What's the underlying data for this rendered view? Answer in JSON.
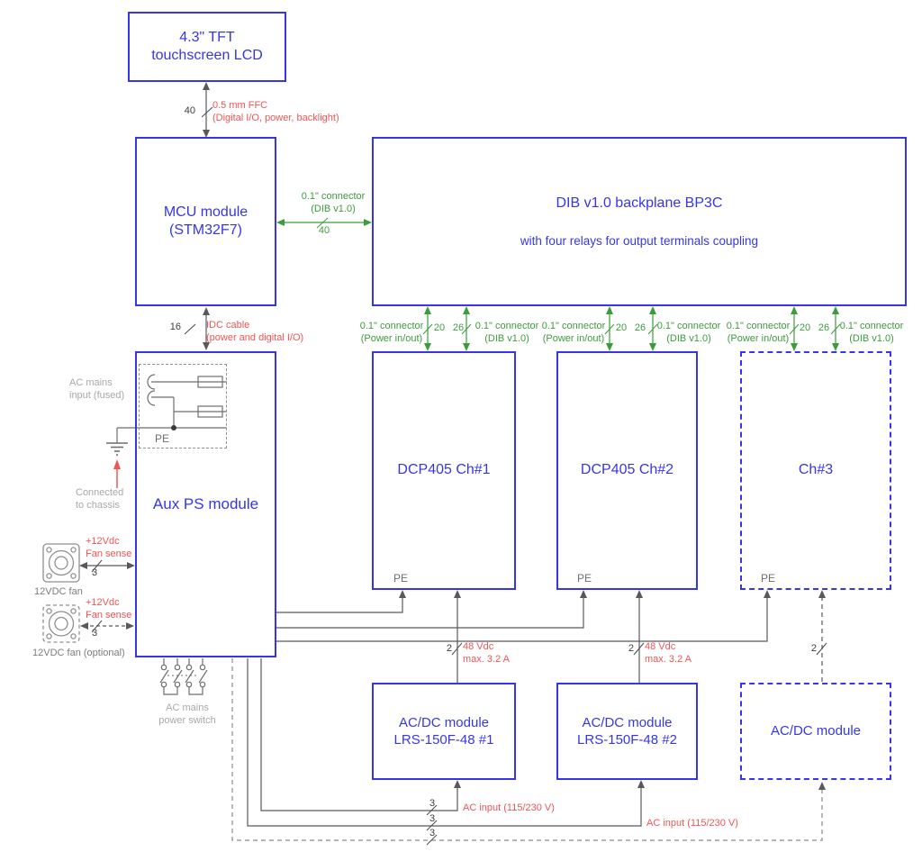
{
  "colors": {
    "blue": "#3636e8",
    "red": "#f05555",
    "green": "#3c9c3c",
    "wire": "#595959",
    "gray": "#a8a8a8"
  },
  "diagram": {
    "lcd": "4.3\" TFT\ntouchscreen LCD",
    "mcu": "MCU module\n(STM32F7)",
    "dib_title": "DIB v1.0 backplane BP3C",
    "dib_subtitle": "with four relays for output terminals coupling",
    "aux": "Aux PS module",
    "channels": [
      "DCP405 Ch#1",
      "DCP405 Ch#2",
      "Ch#3"
    ],
    "acdc": [
      "AC/DC module\nLRS-150F-48 #1",
      "AC/DC module\nLRS-150F-48 #2",
      "AC/DC module"
    ]
  },
  "wires": {
    "ffc": {
      "count": "40",
      "label": "0.5 mm FFC\n(Digital I/O, power, backlight)"
    },
    "mcu_dib": {
      "count": "40",
      "label": "0.1\" connector\n(DIB v1.0)"
    },
    "idc": {
      "count": "16",
      "label": "IDC cable\n(power and digital I/O)"
    },
    "power_conn": {
      "count": "20",
      "label": "0.1\" connector\n(Power in/out)"
    },
    "dib_conn": {
      "count": "26",
      "label": "0.1\" connector\n(DIB v1.0)"
    },
    "dc48": {
      "count": "2",
      "label": "48 Vdc\nmax. 3.2 A"
    },
    "ac_in": {
      "count": "3",
      "label": "AC input (115/230 V)"
    },
    "fan": {
      "count": "3",
      "label": "+12Vdc\nFan sense"
    }
  },
  "misc": {
    "ac_mains": "AC mains\ninput (fused)",
    "pe": "PE",
    "chassis": "Connected\nto chassis",
    "switch": "AC mains\npower switch",
    "fan1": "12VDC fan",
    "fan2": "12VDC fan (optional)"
  }
}
